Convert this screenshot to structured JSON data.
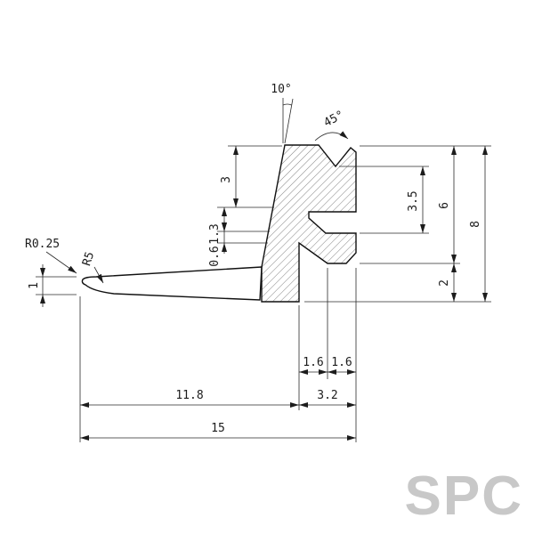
{
  "watermark": "SPC",
  "annotations": {
    "taper_angle": "10°",
    "chamfer_angle": "45°",
    "tip_radius": "R0.25",
    "leg_radius": "R5"
  },
  "dimensions": {
    "upper_depth": "3",
    "mid_step_a": "1.3",
    "mid_step_b": "0.6",
    "notch_height": "3.5",
    "right_height_upper": "6",
    "overall_height": "8",
    "right_height_lower": "2",
    "leg_thickness": "1",
    "slot_width_a": "1.6",
    "slot_width_b": "1.6",
    "leg_length": "11.8",
    "head_width": "3.2",
    "overall_width": "15"
  },
  "colors": {
    "line": "#1c1c1c",
    "watermark": "#c8c8c8",
    "background": "#ffffff"
  }
}
